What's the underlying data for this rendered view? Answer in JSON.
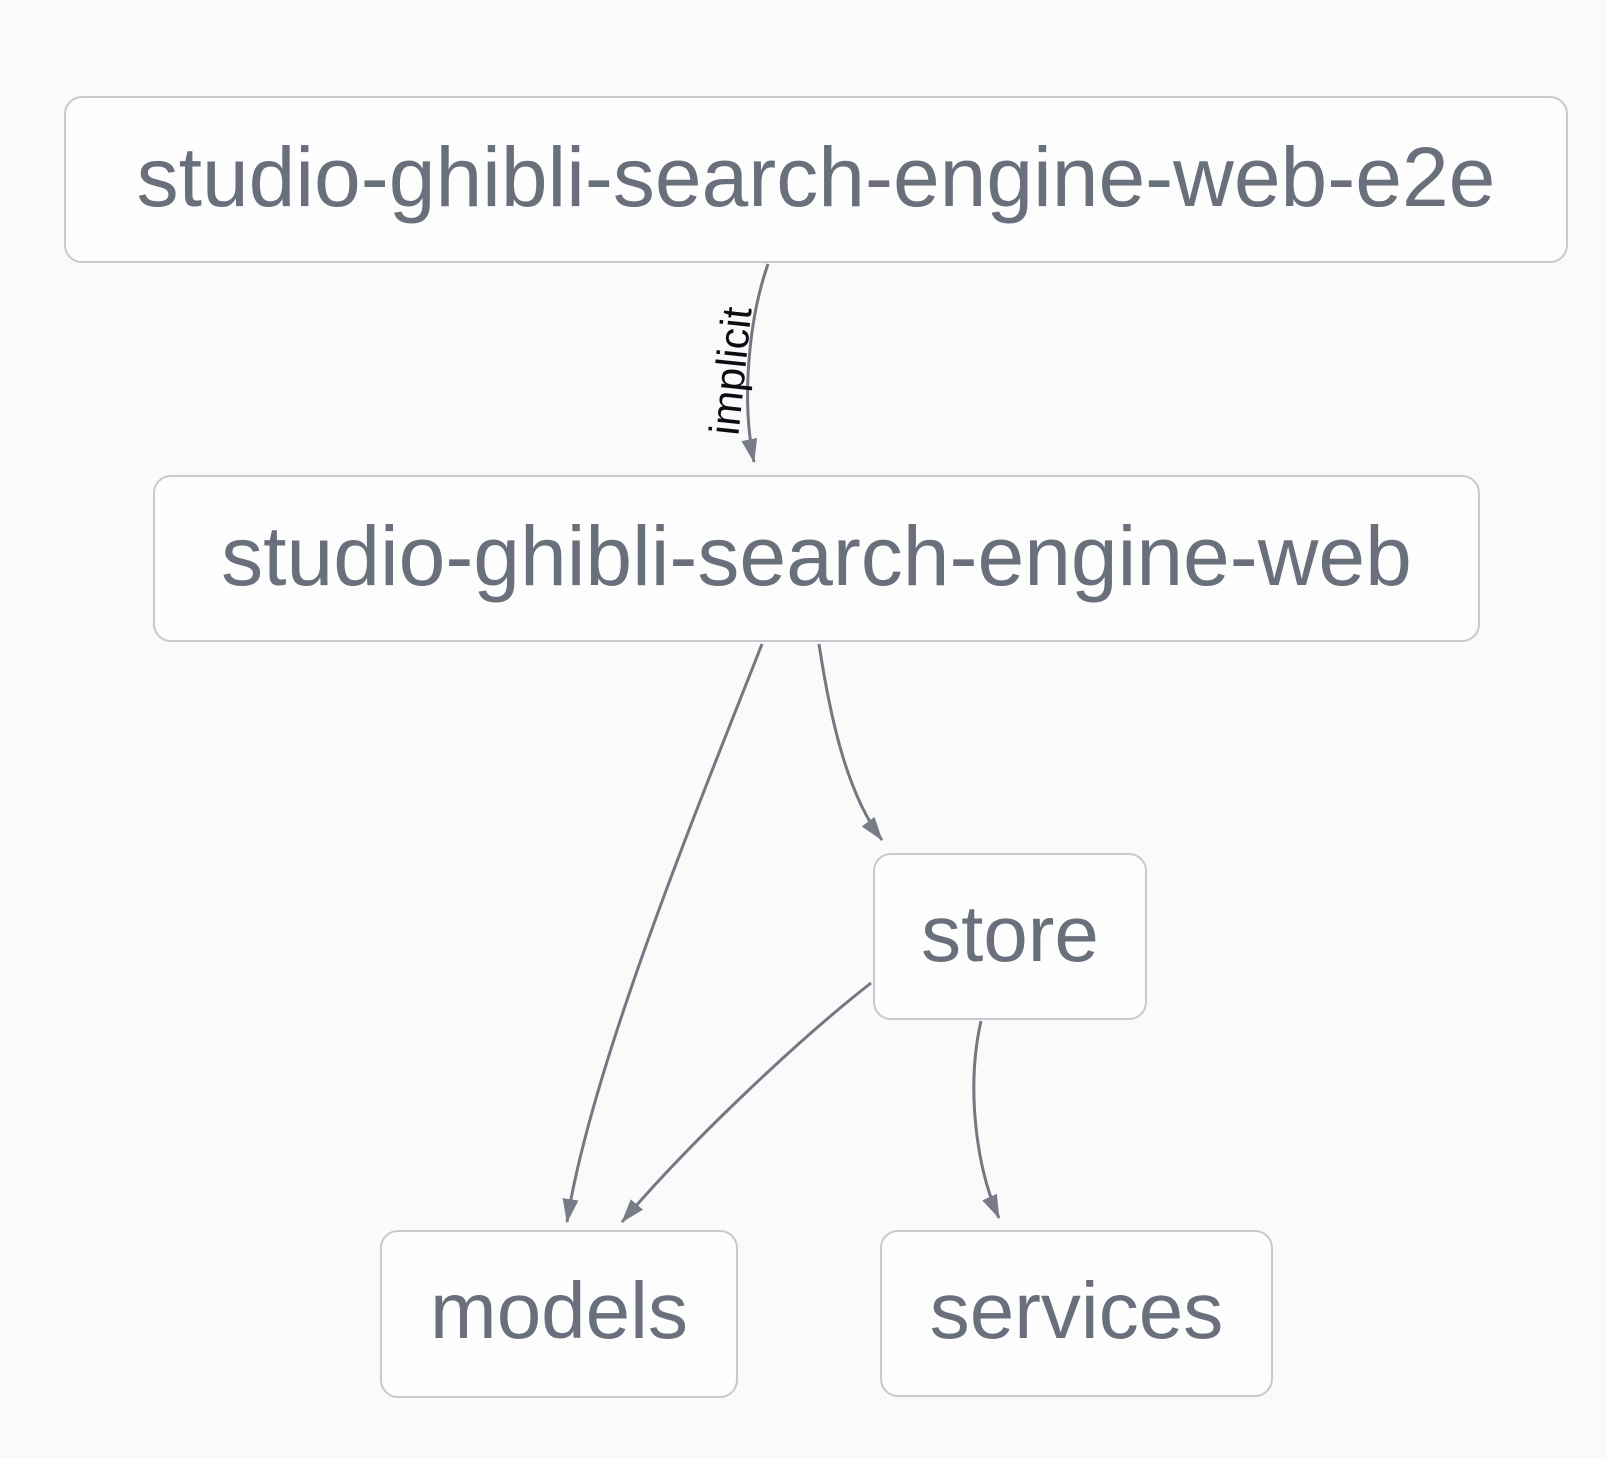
{
  "diagram": {
    "type": "dependency-graph",
    "nodes": [
      {
        "id": "studio-ghibli-search-engine-web-e2e",
        "label": "studio-ghibli-search-engine-web-e2e"
      },
      {
        "id": "studio-ghibli-search-engine-web",
        "label": "studio-ghibli-search-engine-web"
      },
      {
        "id": "store",
        "label": "store"
      },
      {
        "id": "models",
        "label": "models"
      },
      {
        "id": "services",
        "label": "services"
      }
    ],
    "edges": [
      {
        "from": "studio-ghibli-search-engine-web-e2e",
        "to": "studio-ghibli-search-engine-web",
        "label": "implicit"
      },
      {
        "from": "studio-ghibli-search-engine-web",
        "to": "models",
        "label": ""
      },
      {
        "from": "studio-ghibli-search-engine-web",
        "to": "store",
        "label": ""
      },
      {
        "from": "store",
        "to": "models",
        "label": ""
      },
      {
        "from": "store",
        "to": "services",
        "label": ""
      }
    ],
    "colors": {
      "background": "#fafafa",
      "node_fill": "#fdfdfd",
      "node_border": "#c8c9d0",
      "node_text": "#6a6f7c",
      "edge_stroke": "#747883",
      "arrowhead_fill": "#787c86",
      "edge_label_text": "#0c0c12"
    }
  }
}
